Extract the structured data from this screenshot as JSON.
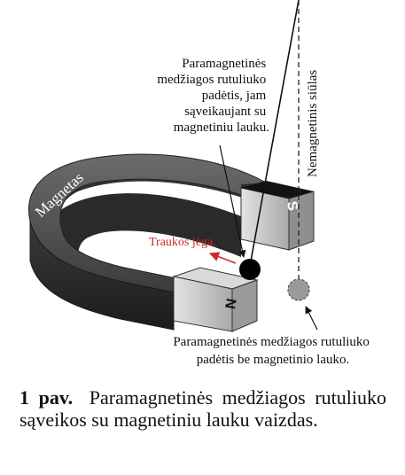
{
  "figure": {
    "magnet_label": "Magnetas",
    "pole_south": "S",
    "pole_north": "N",
    "annotation_with_field": [
      "Paramagnetinės",
      "medžiagos rutuliuko",
      "padėtis, jam",
      "sąveikaujant su",
      "magnetiniu lauku."
    ],
    "thread_label": "Nemagnetinis siūlas",
    "force_label": "Traukos jėga.",
    "annotation_without_field": [
      "Paramagnetinės medžiagos rutuliuko",
      "padėtis be magnetinio lauko."
    ]
  },
  "caption": {
    "number": "1",
    "abbr": "pav.",
    "text": "Paramagnetinės medžiagos rutuliuko sąveikos su magnetiniu lauku vaizdas."
  },
  "colors": {
    "magnet_dark": "#3a3a3a",
    "magnet_pole": "#cfcfcf",
    "force_red": "#cc2a2a",
    "ball_displaced": "#000000",
    "ball_rest": "#9a9a9a"
  }
}
